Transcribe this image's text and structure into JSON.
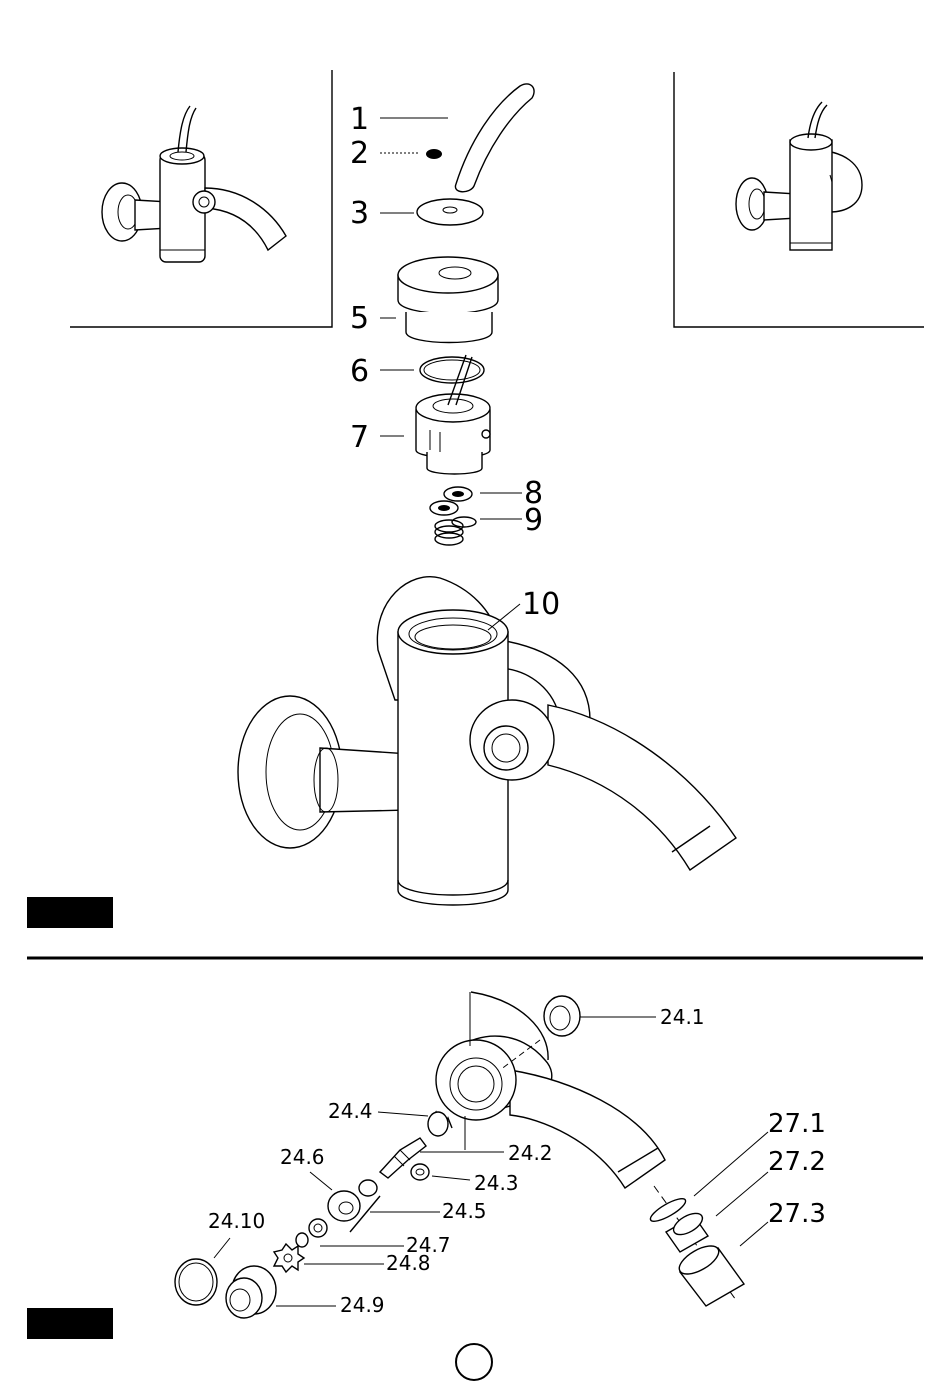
{
  "section_top": {
    "part_labels": [
      "1",
      "2",
      "3",
      "5",
      "6",
      "7",
      "8",
      "9",
      "10"
    ]
  },
  "section_bottom": {
    "part_labels": [
      "24.1",
      "24.4",
      "24.2",
      "24.6",
      "24.3",
      "24.5",
      "24.10",
      "24.7",
      "24.8",
      "24.9",
      "27.1",
      "27.2",
      "27.3"
    ]
  },
  "colors": {
    "ink": "#000000",
    "paper": "#ffffff"
  }
}
